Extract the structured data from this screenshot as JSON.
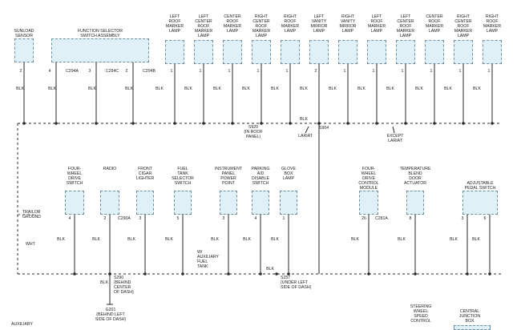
{
  "colors": {
    "wire": "#2a2a2a",
    "dash": "#555555",
    "component_fill": "#dff0f6",
    "component_border": "#6a8fa0"
  },
  "top_components": [
    {
      "label": "SUNLOAD\nSENSOR",
      "pins": [
        "2"
      ]
    },
    {
      "label": "FUNCTION SELECTOR\nSWITCH ASSEMBLY",
      "pins": [
        "4",
        "3",
        "2"
      ],
      "connectors": [
        "C294A",
        "C294C",
        "C294B"
      ]
    },
    {
      "label": "LEFT\nROOF\nMARKER\nLAMP",
      "pins": [
        "1"
      ]
    },
    {
      "label": "LEFT\nCENTER\nROOF\nMARKER\nLAMP",
      "pins": [
        "1"
      ]
    },
    {
      "label": "CENTER\nROOF\nMARKER\nLAMP",
      "pins": [
        "1"
      ]
    },
    {
      "label": "RIGHT\nCENTER\nROOF\nMARKER\nLAMP",
      "pins": [
        "1"
      ]
    },
    {
      "label": "RIGHT\nROOF\nMARKER\nLAMP",
      "pins": [
        "1"
      ]
    },
    {
      "label": "LEFT\nVANITY\nMIRROR\nLAMP",
      "pins": [
        "2"
      ]
    },
    {
      "label": "RIGHT\nVANITY\nMIRROR\nLAMP",
      "pins": [
        "1"
      ]
    },
    {
      "label": "LEFT\nROOF\nMARKER\nLAMP",
      "pins": [
        "1"
      ]
    },
    {
      "label": "LEFT\nCENTER\nROOF\nMARKER\nLAMP",
      "pins": [
        "1"
      ]
    },
    {
      "label": "CENTER\nROOF\nMARKER\nLAMP",
      "pins": [
        "1"
      ]
    },
    {
      "label": "RIGHT\nCENTER\nROOF\nMARKER\nLAMP",
      "pins": [
        "1"
      ]
    },
    {
      "label": "RIGHT\nROOF\nMARKER\nLAMP",
      "pins": [
        "1"
      ]
    }
  ],
  "bottom_components": [
    {
      "label": "FOUR-\nWHEEL\nDRIVE\nSWITCH",
      "pin": "4"
    },
    {
      "label": "RADIO",
      "pin": "2",
      "connector": "C290A"
    },
    {
      "label": "FRONT\nCIGAR\nLIGHTER",
      "pin": "3"
    },
    {
      "label": "FUEL\nTANK\nSELECTOR\nSWITCH",
      "pin": "5"
    },
    {
      "label": "INSTRUMENT\nPANEL\nPOWER\nPOINT",
      "pin": "3"
    },
    {
      "label": "PARKING\nAID\nDISABLE\nSWITCH",
      "pin": "4"
    },
    {
      "label": "GLOVE\nBOX\nLAMP",
      "pin": "1"
    },
    {
      "label": "FOUR-\nWHEEL\nDRIVE\nCONTROL\nMODULE",
      "pin": "26",
      "connector": "C281A"
    },
    {
      "label": "TEMPERATURE\nBLEND\nDOOR\nACTUATOR",
      "pin": "8"
    },
    {
      "label": "ADJUSTABLE\nPEDAL SWITCH",
      "pins": [
        "3",
        "6"
      ]
    }
  ],
  "wire_color": "BLK",
  "wht_label": "WHT",
  "trailer_ground": "TRAILOR\nGROUND",
  "splices": {
    "s920": "S920\n(IN ROOF\nPANEL)",
    "s904": "S904",
    "s290": "S290\n(BEHIND CENTER\nOF DASH)",
    "s257": "S257\n(UNDER LEFT\nSIDE OF DASH)",
    "g201": "G201\n(BEHIND LEFT\nSIDE OF DASH)"
  },
  "notes": {
    "lariat": "LARIAT",
    "except_lariat": "EXCEPT\nLARIAT",
    "aux_fuel": "W/\nAUXILIARY\nFUEL\nTANK"
  },
  "footer_labels": {
    "steering": "STEERING\nWHEEL\nSPEED\nCONTROL",
    "central_box": "CENTRAL\nJUNCTION\nBOX",
    "corner": "AUXILIARY"
  }
}
